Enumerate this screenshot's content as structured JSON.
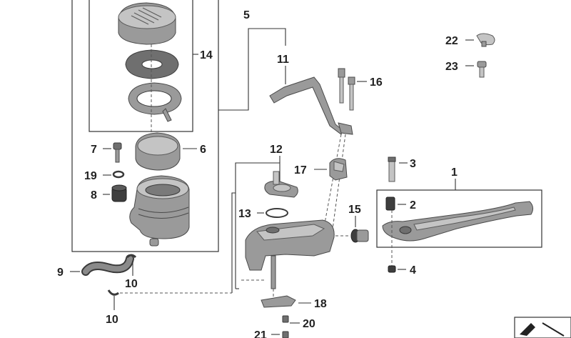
{
  "diagram": {
    "labels": {
      "p1": "1",
      "p2": "2",
      "p3": "3",
      "p4": "4",
      "p5": "5",
      "p6": "6",
      "p7": "7",
      "p8": "8",
      "p9": "9",
      "p10a": "10",
      "p10b": "10",
      "p11": "11",
      "p12": "12",
      "p13": "13",
      "p14": "14",
      "p15": "15",
      "p16": "16",
      "p17": "17",
      "p18": "18",
      "p19": "19",
      "p20": "20",
      "p21": "21",
      "p22": "22",
      "p23": "23"
    }
  },
  "colors": {
    "line": "#333333",
    "metal_dark": "#6f6f6f",
    "metal_mid": "#9a9a9a",
    "metal_light": "#c4c4c4"
  }
}
